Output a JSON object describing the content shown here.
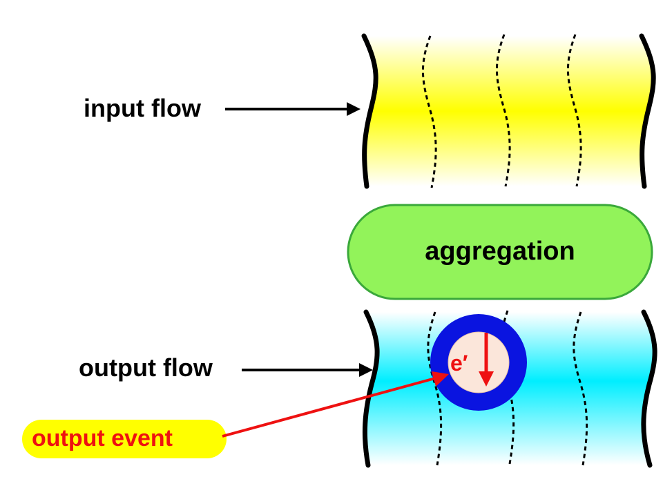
{
  "diagram": {
    "input_flow_label": "input flow",
    "output_flow_label": "output flow",
    "aggregation_label": "aggregation",
    "output_event_label": "output event",
    "event_symbol": "e′"
  },
  "colors": {
    "input_stream_fill": "#ffff00",
    "output_stream_fill": "#00eeff",
    "aggregation_fill": "#92f35a",
    "aggregation_border": "#3aa83a",
    "event_ring": "#0a14e0",
    "event_core": "#fbe6da",
    "highlight": "#ffff00",
    "accent_red": "#ee1111",
    "ink": "#000000"
  }
}
